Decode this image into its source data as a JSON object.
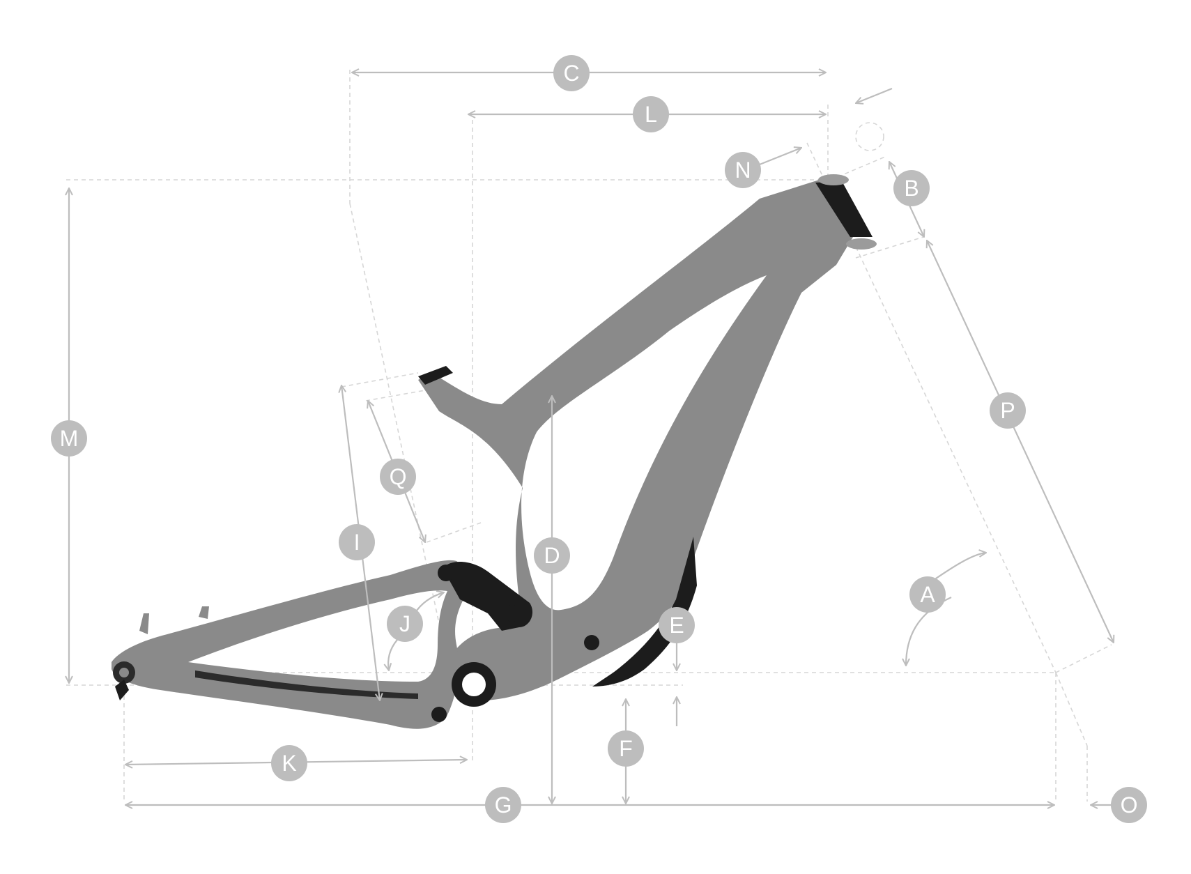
{
  "dimensions": [
    {
      "key": "C",
      "label": "C"
    },
    {
      "key": "L",
      "label": "L"
    },
    {
      "key": "N",
      "label": "N"
    },
    {
      "key": "B",
      "label": "B"
    },
    {
      "key": "M",
      "label": "M"
    },
    {
      "key": "P",
      "label": "P"
    },
    {
      "key": "Q",
      "label": "Q"
    },
    {
      "key": "I",
      "label": "I"
    },
    {
      "key": "D",
      "label": "D"
    },
    {
      "key": "J",
      "label": "J"
    },
    {
      "key": "E",
      "label": "E"
    },
    {
      "key": "A",
      "label": "A"
    },
    {
      "key": "F",
      "label": "F"
    },
    {
      "key": "K",
      "label": "K"
    },
    {
      "key": "G",
      "label": "G"
    },
    {
      "key": "O",
      "label": "O"
    }
  ],
  "colors": {
    "badge": "#bdbdbd",
    "frame": "#8a8a8a",
    "hardware": "#1c1c1c"
  }
}
